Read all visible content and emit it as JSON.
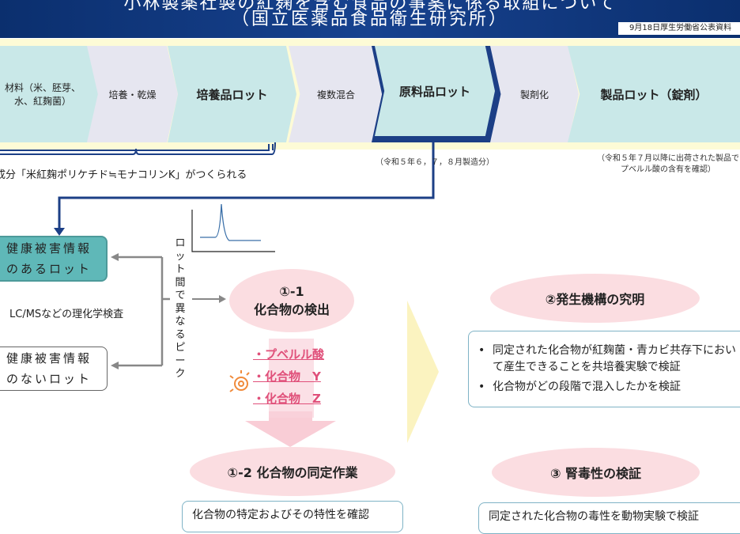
{
  "header": {
    "title_line1": "小林製薬社製の紅麹を含む食品の事案に係る取組について",
    "title_line2": "（国立医薬品食品衛生研究所）",
    "date_label": "9月18日厚生労働省公表資料"
  },
  "process": [
    {
      "label": "材料（米、胚芽、水、紅麹菌）"
    },
    {
      "label": "培養・乾燥"
    },
    {
      "label": "培養品ロット"
    },
    {
      "label": "複数混合"
    },
    {
      "label": "原料品ロット"
    },
    {
      "label": "製剤化"
    },
    {
      "label": "製品ロット（錠剤）"
    }
  ],
  "notes": {
    "culture": "成分「米紅麹ポリケチド≒モナコリンK」がつくられる",
    "raw_lot": "（令和５年６，７，８月製造分）",
    "product_lot_1": "（令和５年７月以降に出荷された製品で",
    "product_lot_2": "プベルル酸の含有を確認）"
  },
  "left": {
    "harm_lot": "健康被害情報のあるロット",
    "no_harm_lot": "健康被害情報のないロット",
    "test": "LC/MSなどの理化学検査",
    "peak_label": "ロット間で異なるピーク"
  },
  "step1_1": {
    "num": "①-1",
    "title": "化合物の検出",
    "compounds": [
      "・プベルル酸",
      "・化合物　Y",
      "・化合物　Z"
    ]
  },
  "step1_2": {
    "title": "①-2 化合物の同定作業",
    "desc": "化合物の特定およびその特性を確認"
  },
  "step2": {
    "title": "②発生機構の究明",
    "bullets": [
      "同定された化合物が紅麹菌・青カビ共存下において産生できることを共培養実験で検証",
      "化合物がどの段階で混入したかを検証"
    ]
  },
  "step3": {
    "title": "③ 腎毒性の検証",
    "desc": "同定された化合物の毒性を動物実験で検証"
  }
}
